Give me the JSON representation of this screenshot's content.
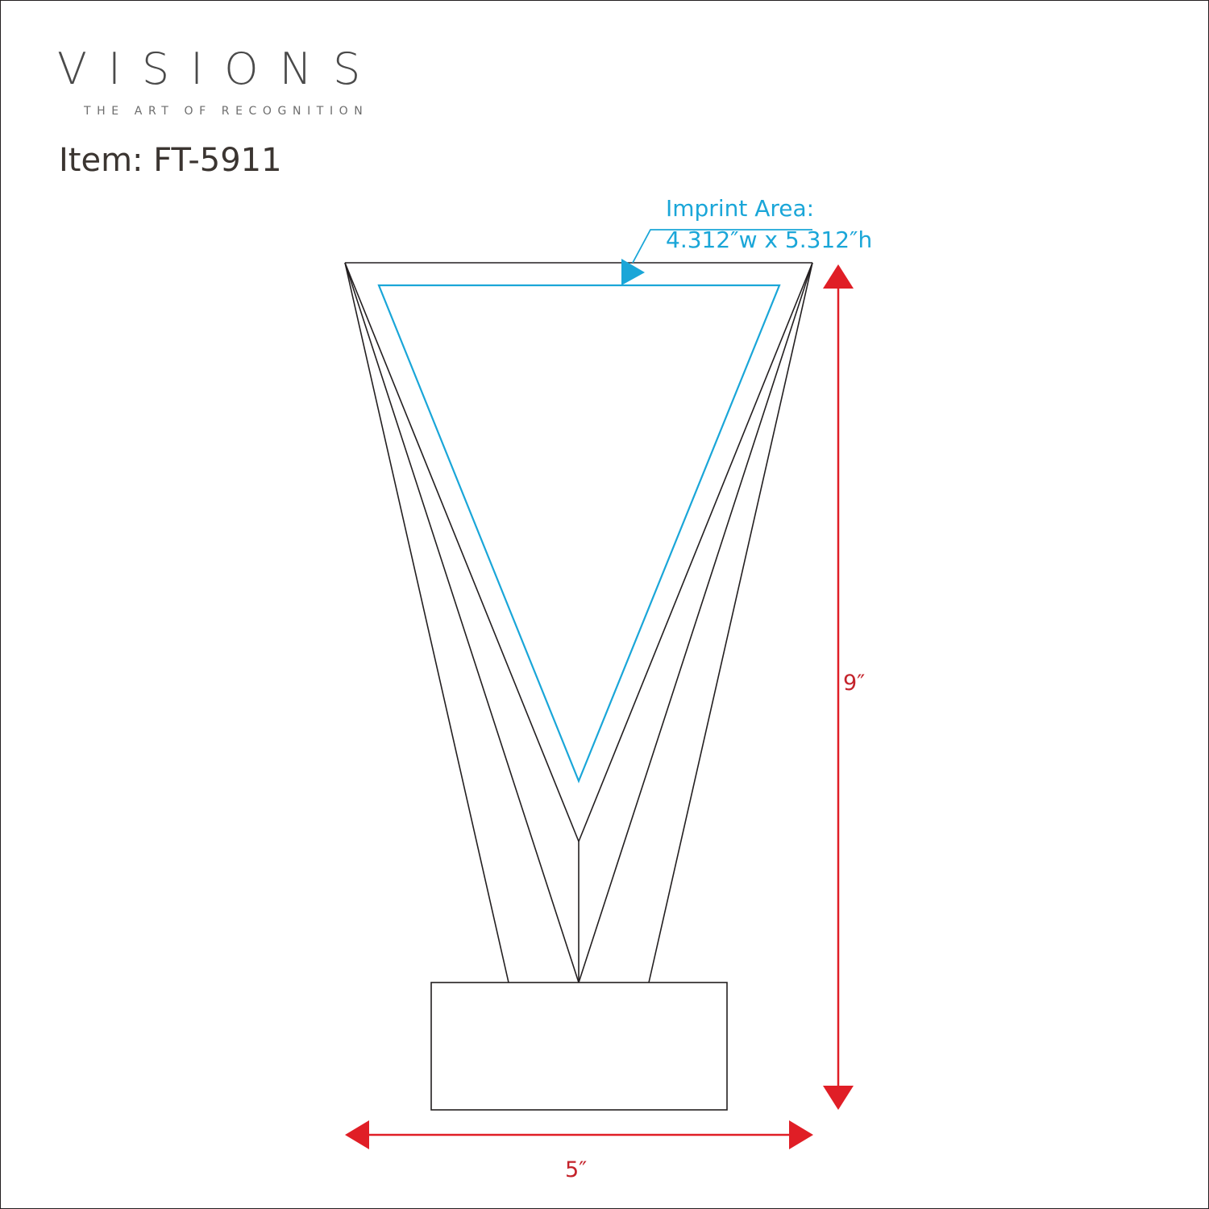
{
  "brand": {
    "name": "VISIONS",
    "tagline": "THE ART OF RECOGNITION"
  },
  "item": {
    "label": "Item: FT-5911"
  },
  "imprint": {
    "label": "Imprint Area:",
    "dimensions": "4.312″w x 5.312″h"
  },
  "dimensions": {
    "height": "9″",
    "width": "5″"
  },
  "colors": {
    "outline": "#231f20",
    "imprint": "#1aa6d8",
    "dimension": "#e01e26",
    "dimension_text": "#c4232b"
  }
}
